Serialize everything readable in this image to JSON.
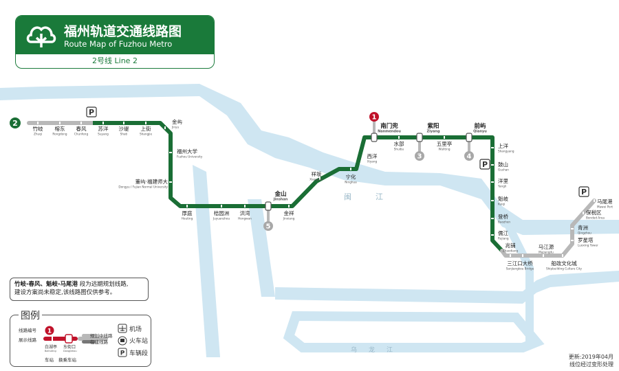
{
  "header": {
    "title_cn": "福州轨道交通线路图",
    "title_en": "Route Map of Fuzhou Metro",
    "line_label": "2号线   Line 2"
  },
  "colors": {
    "line2": "#1a6e35",
    "planned": "#b8b8b8",
    "water": "#cfe6f2",
    "accent": "#c0122a"
  },
  "line_badge": "2",
  "rivers": [
    "闽",
    "江"
  ],
  "river_south": [
    "乌",
    "龙",
    "江"
  ],
  "stations": [
    {
      "cn": "竹岐",
      "en": "Zhuqi"
    },
    {
      "cn": "榕东",
      "en": "Rongdong"
    },
    {
      "cn": "春风",
      "en": "Chunfeng"
    },
    {
      "cn": "苏洋",
      "en": "Suyang"
    },
    {
      "cn": "沙堤",
      "en": "Shati"
    },
    {
      "cn": "上街",
      "en": "Shangjie"
    },
    {
      "cn": "金屿",
      "en": "Jinyu"
    },
    {
      "cn": "福州大学",
      "en": "Fuzhou University"
    },
    {
      "cn": "董屿·福建师大",
      "en": "Dongyu / Fujian Normal University"
    },
    {
      "cn": "厚庭",
      "en": "Houting"
    },
    {
      "cn": "桔园洲",
      "en": "Juyuanzhou"
    },
    {
      "cn": "洪湾",
      "en": "Hongwan"
    },
    {
      "cn": "金山",
      "en": "Jinshan"
    },
    {
      "cn": "金祥",
      "en": "Jinxiang"
    },
    {
      "cn": "祥坂",
      "en": "Xiangban"
    },
    {
      "cn": "宁化",
      "en": "Ninghua"
    },
    {
      "cn": "西洋",
      "en": "Xiyang"
    },
    {
      "cn": "南门兜",
      "en": "Nanmendou"
    },
    {
      "cn": "水部",
      "en": "Shuibu"
    },
    {
      "cn": "紫阳",
      "en": "Ziyang"
    },
    {
      "cn": "五里亭",
      "en": "Wuliting"
    },
    {
      "cn": "前屿",
      "en": "Qianyu"
    },
    {
      "cn": "上洋",
      "en": "Shangyang"
    },
    {
      "cn": "鼓山",
      "en": "Gushan"
    },
    {
      "cn": "洋里",
      "en": "Yangli"
    },
    {
      "cn": "魁岐",
      "en": "Kuiqi"
    },
    {
      "cn": "登桥",
      "en": "Baozhen"
    },
    {
      "cn": "儒江",
      "en": "Rujiang"
    },
    {
      "cn": "兆铺",
      "en": "Zhaodiang"
    },
    {
      "cn": "三江口大桥",
      "en": "Sanjiangkou Bridge"
    },
    {
      "cn": "马江源",
      "en": "Majiangdu"
    },
    {
      "cn": "船政文化城",
      "en": "Shipbuilding Culture City"
    },
    {
      "cn": "罗星塔",
      "en": "Luoxing Tower"
    },
    {
      "cn": "青洲",
      "en": "Qingzhou"
    },
    {
      "cn": "保税区",
      "en": "Bonded Area"
    },
    {
      "cn": "马尾港",
      "en": "Mawei Port"
    }
  ],
  "transfer_badges": [
    "1",
    "3",
    "4",
    "5",
    "1"
  ],
  "parking": "P",
  "note": {
    "bold": "竹岐-春风、魁岐-马尾港",
    "text1": " 段为远期规划线路,",
    "text2": "建设方案尚未稳定,该线路图仅供参考。"
  },
  "legend": {
    "title": "图例",
    "line_number": "线路编号",
    "line_color": "展示线路",
    "station": "车站",
    "transfer": "换乘车站",
    "station_sample_cn": "白湖亭",
    "station_sample_en": "Baihuting",
    "transfer_sample_cn": "东街口",
    "transfer_sample_en": "Dongjiekou",
    "planned": "规划中线路",
    "under_construction": "在建线路",
    "airport": "机场",
    "railway": "火车站",
    "depot": "车辆段"
  },
  "footer": {
    "updated": "更新:2019年04月",
    "disclaimer": "线位经过变形处理"
  }
}
